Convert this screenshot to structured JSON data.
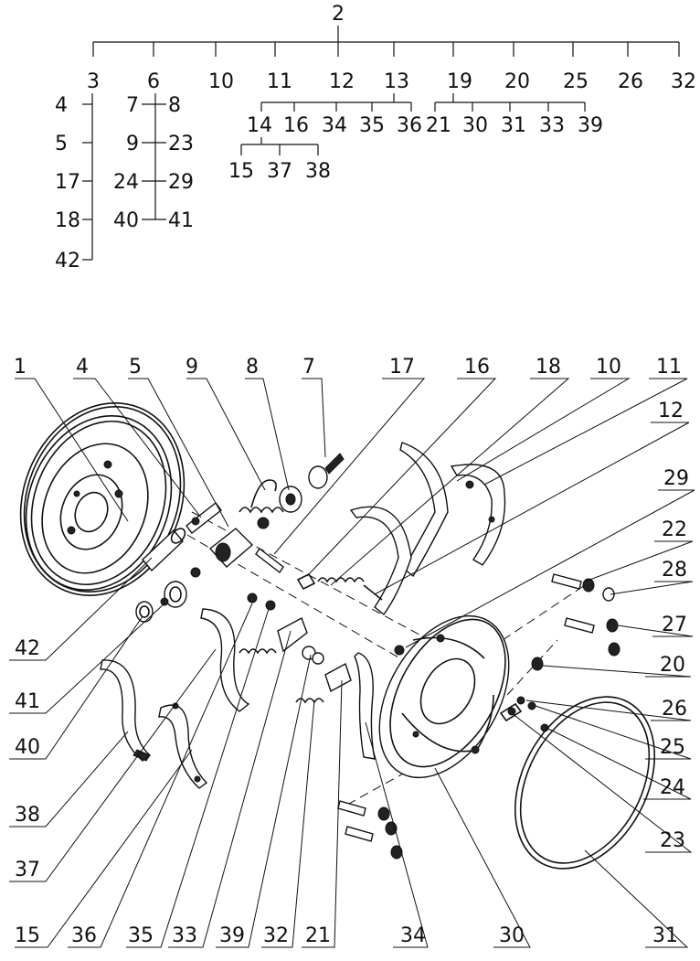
{
  "tree": {
    "root": "2",
    "level1": [
      "3",
      "6",
      "10",
      "11",
      "12",
      "13",
      "19",
      "20",
      "25",
      "26",
      "32"
    ],
    "group3": [
      "4",
      "5",
      "17",
      "18",
      "42"
    ],
    "group6_left": [
      "7",
      "9",
      "24",
      "40"
    ],
    "group6_right": [
      "8",
      "23",
      "29",
      "41"
    ],
    "group13": [
      "14",
      "16",
      "34",
      "35",
      "36"
    ],
    "group14": [
      "15",
      "37",
      "38"
    ],
    "group19": [
      "21",
      "30",
      "31",
      "33",
      "39"
    ]
  },
  "callouts": {
    "top": [
      "1",
      "4",
      "5",
      "9",
      "8",
      "7",
      "17",
      "16",
      "18",
      "10",
      "11",
      "12"
    ],
    "right": [
      "29",
      "22",
      "28",
      "27",
      "20",
      "26",
      "25",
      "24",
      "23"
    ],
    "left": [
      "42",
      "41",
      "40",
      "38",
      "37"
    ],
    "bottom": [
      "15",
      "36",
      "35",
      "33",
      "39",
      "32",
      "21",
      "34",
      "30",
      "31"
    ]
  }
}
